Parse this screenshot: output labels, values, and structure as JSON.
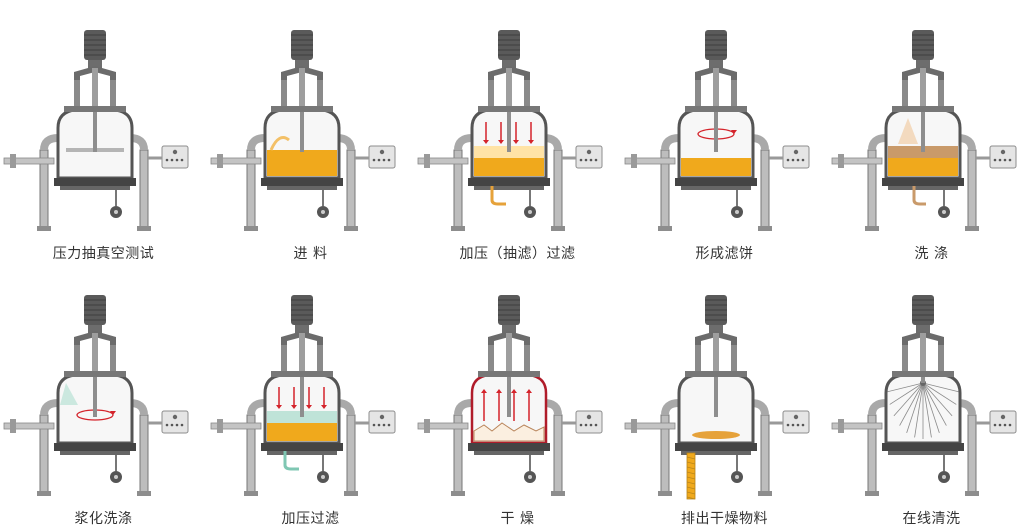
{
  "steps": [
    {
      "label": "压力抽真空测试",
      "content": "empty"
    },
    {
      "label": "进 料",
      "content": "feed"
    },
    {
      "label": "加压（抽滤）过滤",
      "content": "filter"
    },
    {
      "label": "形成滤饼",
      "content": "cake"
    },
    {
      "label": "洗 涤",
      "content": "wash"
    },
    {
      "label": "浆化洗涤",
      "content": "reslurry"
    },
    {
      "label": "加压过滤",
      "content": "refilter"
    },
    {
      "label": "干 燥",
      "content": "dry"
    },
    {
      "label": "排出干燥物料",
      "content": "discharge"
    },
    {
      "label": "在线清洗",
      "content": "cip"
    }
  ],
  "colors": {
    "liquid": "#f0a91c",
    "cake": "#e6a23a",
    "wash_liquid": "#bfe3d8",
    "arrow": "#d4232b",
    "frame": "#9a9a9a",
    "motor": "#5a5a5a"
  }
}
